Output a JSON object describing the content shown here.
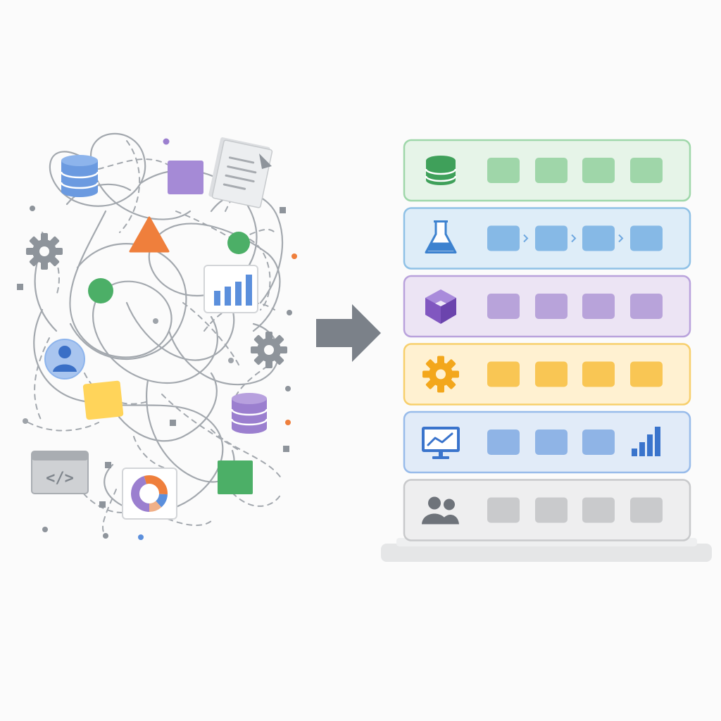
{
  "diagram": {
    "chaos_side": {
      "code_window_glyph": "</>",
      "colors": {
        "blue": "#5b8fdc",
        "purple": "#9b7fcf",
        "orange": "#ef7f3c",
        "green": "#4caf67",
        "yellow": "#ffd45a",
        "gray": "#8e949b",
        "line": "#9ea3a9"
      }
    },
    "arrow": {
      "color": "#7b8189",
      "direction": "right"
    },
    "organized_side": {
      "layers": [
        {
          "name": "data",
          "icon": "database-icon",
          "fill": "#e6f4e8",
          "border": "#9fd7aa",
          "block": "#9fd6a9",
          "icon_color": "#3fa05a",
          "pattern": "blocks"
        },
        {
          "name": "experiment",
          "icon": "flask-icon",
          "fill": "#deedf8",
          "border": "#8fc1e6",
          "block": "#86b9e6",
          "icon_color": "#3d82cf",
          "pattern": "pipeline"
        },
        {
          "name": "model",
          "icon": "cube-icon",
          "fill": "#ece4f4",
          "border": "#b9a2dc",
          "block": "#b8a3da",
          "icon_color": "#8157c0",
          "pattern": "blocks"
        },
        {
          "name": "automation",
          "icon": "gear-icon",
          "fill": "#fff1d1",
          "border": "#f7cf6c",
          "block": "#f9c654",
          "icon_color": "#f3a71c",
          "pattern": "blocks"
        },
        {
          "name": "monitoring",
          "icon": "monitor-icon",
          "fill": "#e1ebf8",
          "border": "#98bbea",
          "block": "#8fb4e6",
          "icon_color": "#3a74cc",
          "pattern": "blocks-chart"
        },
        {
          "name": "team",
          "icon": "users-icon",
          "fill": "#eeeeef",
          "border": "#c8c9cb",
          "block": "#c9cacc",
          "icon_color": "#6e737a",
          "pattern": "blocks"
        }
      ],
      "base_color": "#e5e6e7"
    }
  }
}
